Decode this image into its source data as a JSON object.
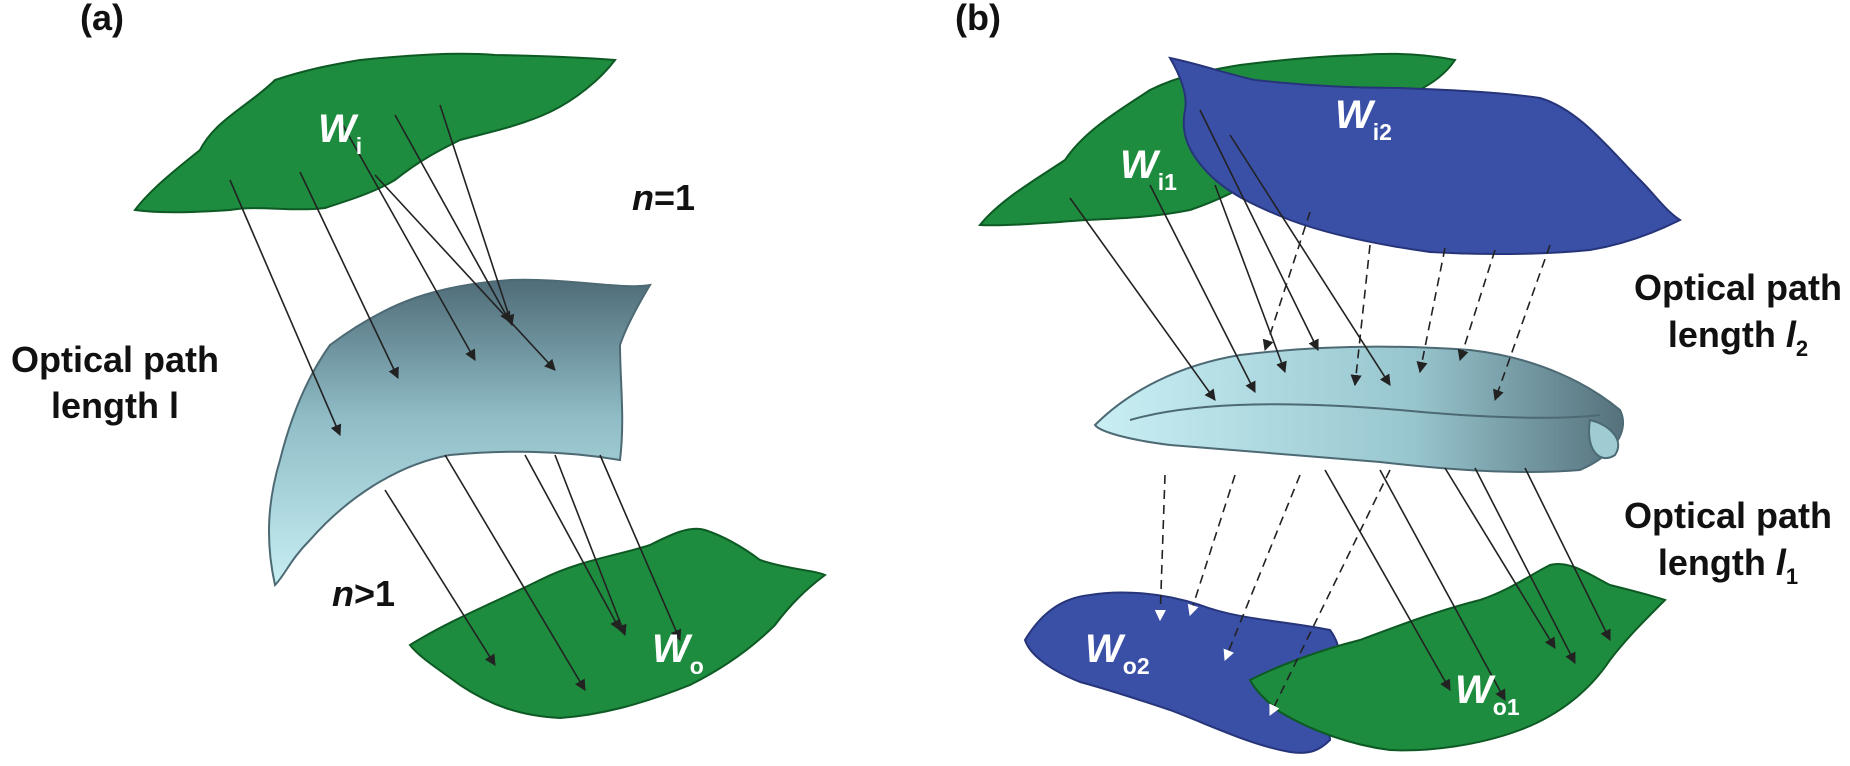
{
  "colors": {
    "wavefront_green": "#1e8c3e",
    "wavefront_blue": "#3a4fa6",
    "outline": "#0d5a24",
    "medium_light": "#bfe8ee",
    "medium_dark": "#5d7a84",
    "arrow": "#222222"
  },
  "panel_a": {
    "tag": "(a)",
    "wave_in": {
      "base": "W",
      "sub": "i"
    },
    "wave_out": {
      "base": "W",
      "sub": "o"
    },
    "n_top": {
      "var": "n",
      "rest": "=1"
    },
    "n_bottom": {
      "var": "n",
      "rest": ">1"
    },
    "path_line1": "Optical path",
    "path_line2": "length l"
  },
  "panel_b": {
    "tag": "(b)",
    "wave_in1": {
      "base": "W",
      "sub": "i1"
    },
    "wave_in2": {
      "base": "W",
      "sub": "i2"
    },
    "wave_out1": {
      "base": "W",
      "sub": "o1"
    },
    "wave_out2": {
      "base": "W",
      "sub": "o2"
    },
    "path2_line1": "Optical path",
    "path2_line2_text": "length ",
    "path2_var": "l",
    "path2_sub": "2",
    "path1_line1": "Optical path",
    "path1_line2_text": "length ",
    "path1_var": "l",
    "path1_sub": "1"
  }
}
